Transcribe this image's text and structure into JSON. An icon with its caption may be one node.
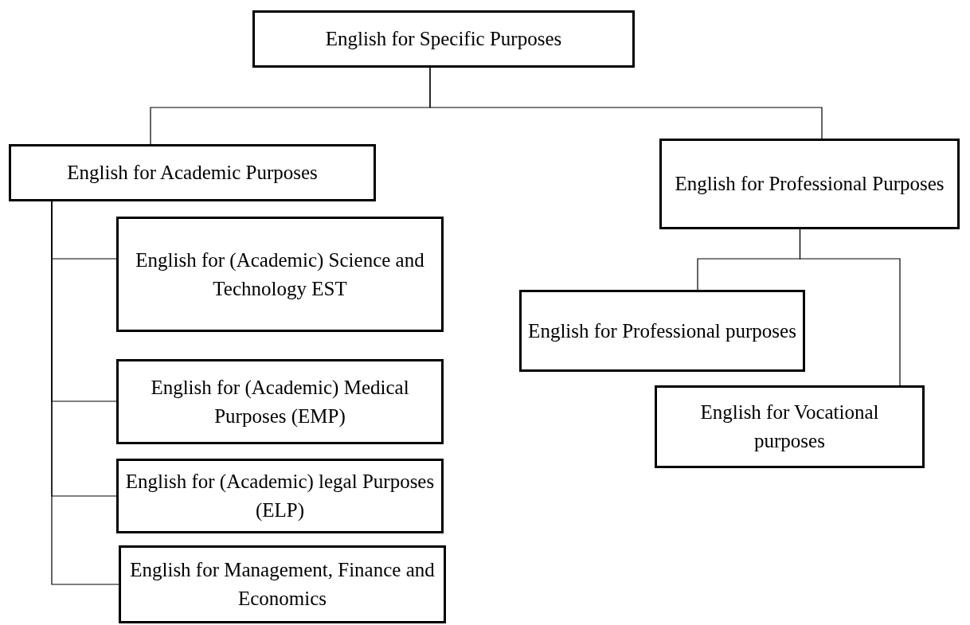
{
  "diagram": {
    "nodes": [
      {
        "text": [
          "English for Specific Purposes"
        ]
      },
      {
        "text": [
          "English for Academic Purposes"
        ]
      },
      {
        "text": [
          "English for (Academic) Science and Technology EST"
        ]
      },
      {
        "text": [
          "English for (Academic) Medical Purposes (EMP)"
        ]
      },
      {
        "text": [
          "English for (Academic) legal Purposes (ELP)"
        ]
      },
      {
        "text": [
          "English for Management, Finance and Economics"
        ]
      },
      {
        "text": [
          "English for Professional Purposes"
        ]
      },
      {
        "text": [
          "English for Professional purposes"
        ]
      },
      {
        "text": [
          "English for Vocational purposes"
        ]
      }
    ],
    "edges": [
      {
        "from": 0,
        "to": 1,
        "arrow": "none"
      },
      {
        "from": 0,
        "to": 6,
        "arrow": "none"
      },
      {
        "from": 1,
        "to": 2,
        "arrow": "none"
      },
      {
        "from": 1,
        "to": 3,
        "arrow": "none"
      },
      {
        "from": 1,
        "to": 4,
        "arrow": "none"
      },
      {
        "from": 1,
        "to": 5,
        "arrow": "none"
      },
      {
        "from": 6,
        "to": 7,
        "arrow": "none"
      },
      {
        "from": 6,
        "to": 8,
        "arrow": "none"
      }
    ]
  }
}
